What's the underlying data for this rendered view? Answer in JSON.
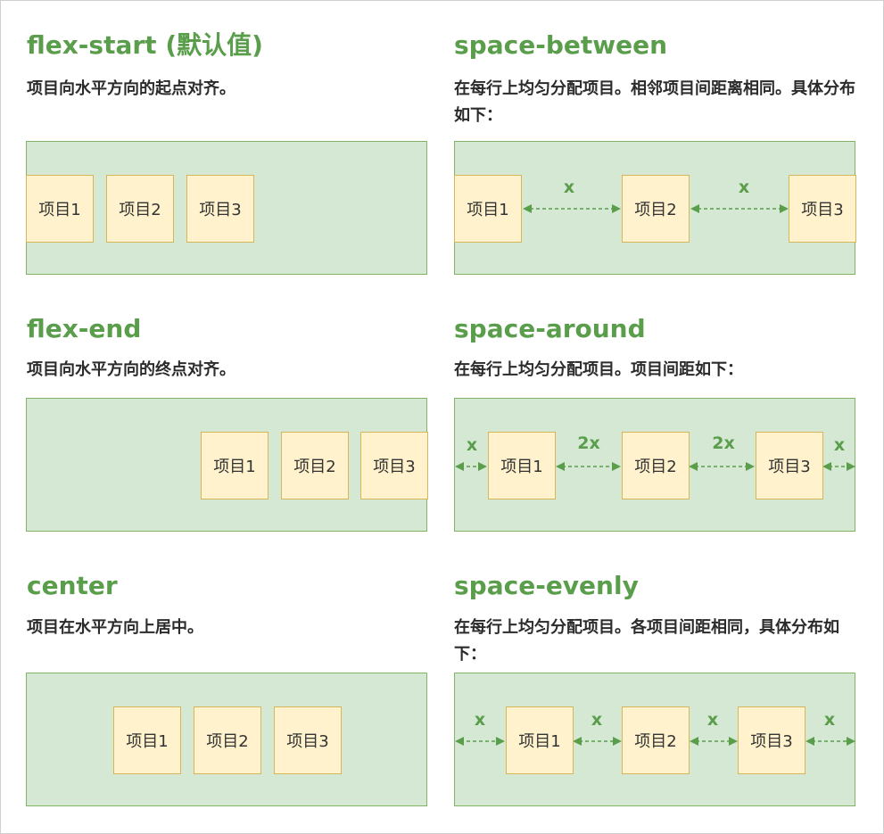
{
  "panels": [
    {
      "title": "flex-start (默认值)",
      "description": "项目向水平方向的起点对齐。",
      "items": [
        "项目1",
        "项目2",
        "项目3"
      ]
    },
    {
      "title": "space-between",
      "description": "在每行上均匀分配项目。相邻项目间距离相同。具体分布如下：",
      "items": [
        "项目1",
        "项目2",
        "项目3"
      ],
      "gap_labels": [
        "x",
        "x"
      ]
    },
    {
      "title": "flex-end",
      "description": "项目向水平方向的终点对齐。",
      "items": [
        "项目1",
        "项目2",
        "项目3"
      ]
    },
    {
      "title": "space-around",
      "description": "在每行上均匀分配项目。项目间距如下：",
      "items": [
        "项目1",
        "项目2",
        "项目3"
      ],
      "gap_labels": [
        "x",
        "2x",
        "2x",
        "x"
      ]
    },
    {
      "title": "center",
      "description": "项目在水平方向上居中。",
      "items": [
        "项目1",
        "项目2",
        "项目3"
      ]
    },
    {
      "title": "space-evenly",
      "description": "在每行上均匀分配项目。各项目间距相同，具体分布如下：",
      "items": [
        "项目1",
        "项目2",
        "项目3"
      ],
      "gap_labels": [
        "x",
        "x",
        "x",
        "x"
      ]
    }
  ]
}
